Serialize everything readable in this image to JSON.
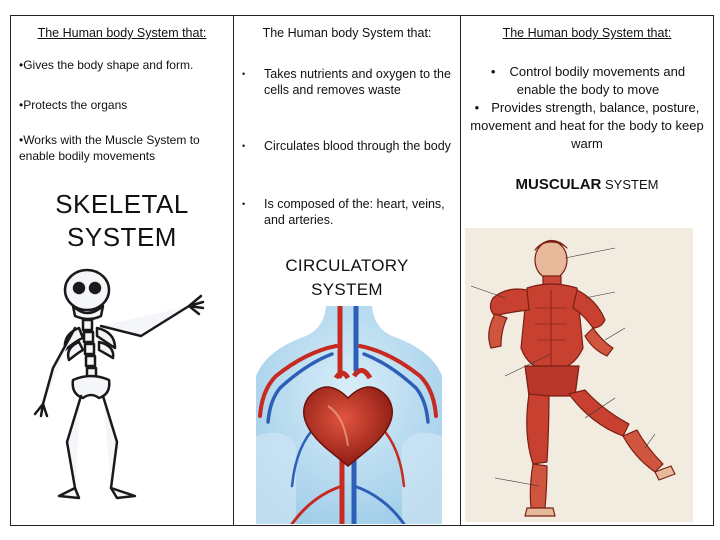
{
  "columns": [
    {
      "header": "The Human body System that:",
      "items": [
        "•Gives the body shape and form.",
        "•Protects the organs",
        "•Works with the Muscle System to enable bodily movements"
      ],
      "title_line1": "SKELETAL",
      "title_line2": "SYSTEM",
      "icon": "skeleton-cartoon"
    },
    {
      "header": "The Human body System that:",
      "bullet": "•",
      "items": [
        "Takes nutrients and oxygen to the cells and removes waste",
        "Circulates blood through the body",
        "Is composed of the: heart, veins, and arteries."
      ],
      "title_line1": "CIRCULATORY",
      "title_line2": "SYSTEM",
      "icon": "heart-vessels-illustration"
    },
    {
      "header": "The Human body System that:",
      "bullet": "•",
      "items": [
        "Control bodily movements and enable the body to move",
        "Provides strength, balance, posture, movement and heat for the body to keep warm"
      ],
      "title_bold": "MUSCULAR",
      "title_rest": " SYSTEM",
      "icon": "muscle-diagram-runner"
    }
  ]
}
